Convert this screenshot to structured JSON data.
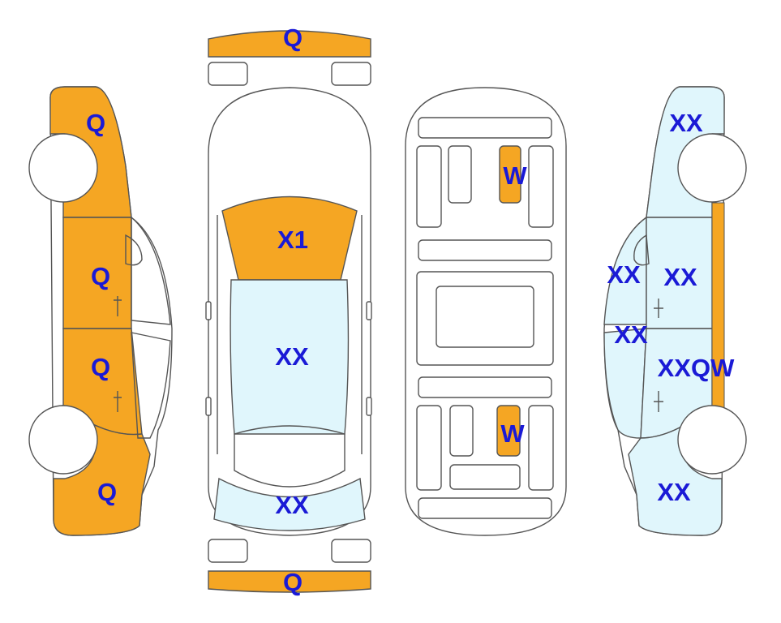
{
  "colors": {
    "Q": "#f5a623",
    "W": "#f5a623",
    "X1": "#f5a623",
    "XX": "#e0f6fc",
    "none": "#ffffff",
    "outline": "#555555",
    "label": "#1a1ad6"
  },
  "panels": {
    "front_bumper": "Q",
    "rear_bumper": "Q",
    "hood": "X1",
    "roof": "XX",
    "trunk": "XX",
    "floor_front": "W",
    "floor_rear": "W",
    "left_front_fender": "Q",
    "left_front_door": "Q",
    "left_rear_door": "Q",
    "left_rear_quarter": "Q",
    "right_front_fender": "XX",
    "right_front_pillar": "XX",
    "right_front_door": "XX",
    "right_lower_pillar": "XX",
    "right_rear_door": "XXQW",
    "right_rear_quarter": "XX"
  }
}
